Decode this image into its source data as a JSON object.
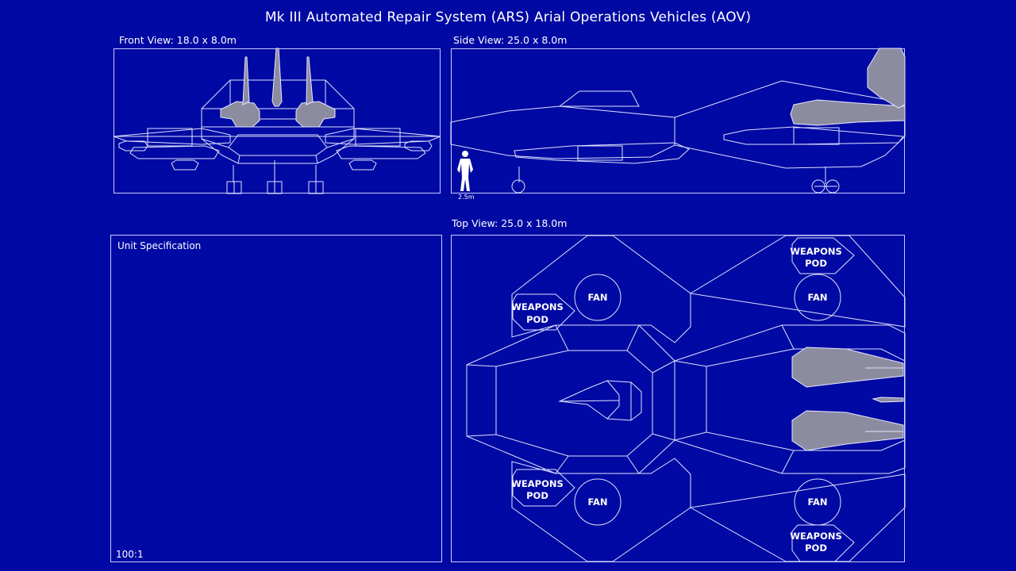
{
  "title": "Mk III Automated Repair System (ARS) Arial Operations Vehicles (AOV)",
  "front_view": {
    "label": "Front View: 18.0 x 8.0m"
  },
  "side_view": {
    "label": "Side View: 25.0 x 8.0m",
    "human_scale": "2.5m"
  },
  "top_view": {
    "label": "Top View: 25.0 x 18.0m",
    "fan_label": "FAN",
    "pod_line1": "WEAPONS",
    "pod_line2": "POD"
  },
  "unit_spec": {
    "label": "Unit Specification",
    "scale": "100:1"
  },
  "colors": {
    "background": "#0009a3",
    "line": "#dfe2ff",
    "fill": "#8c8ca0"
  }
}
